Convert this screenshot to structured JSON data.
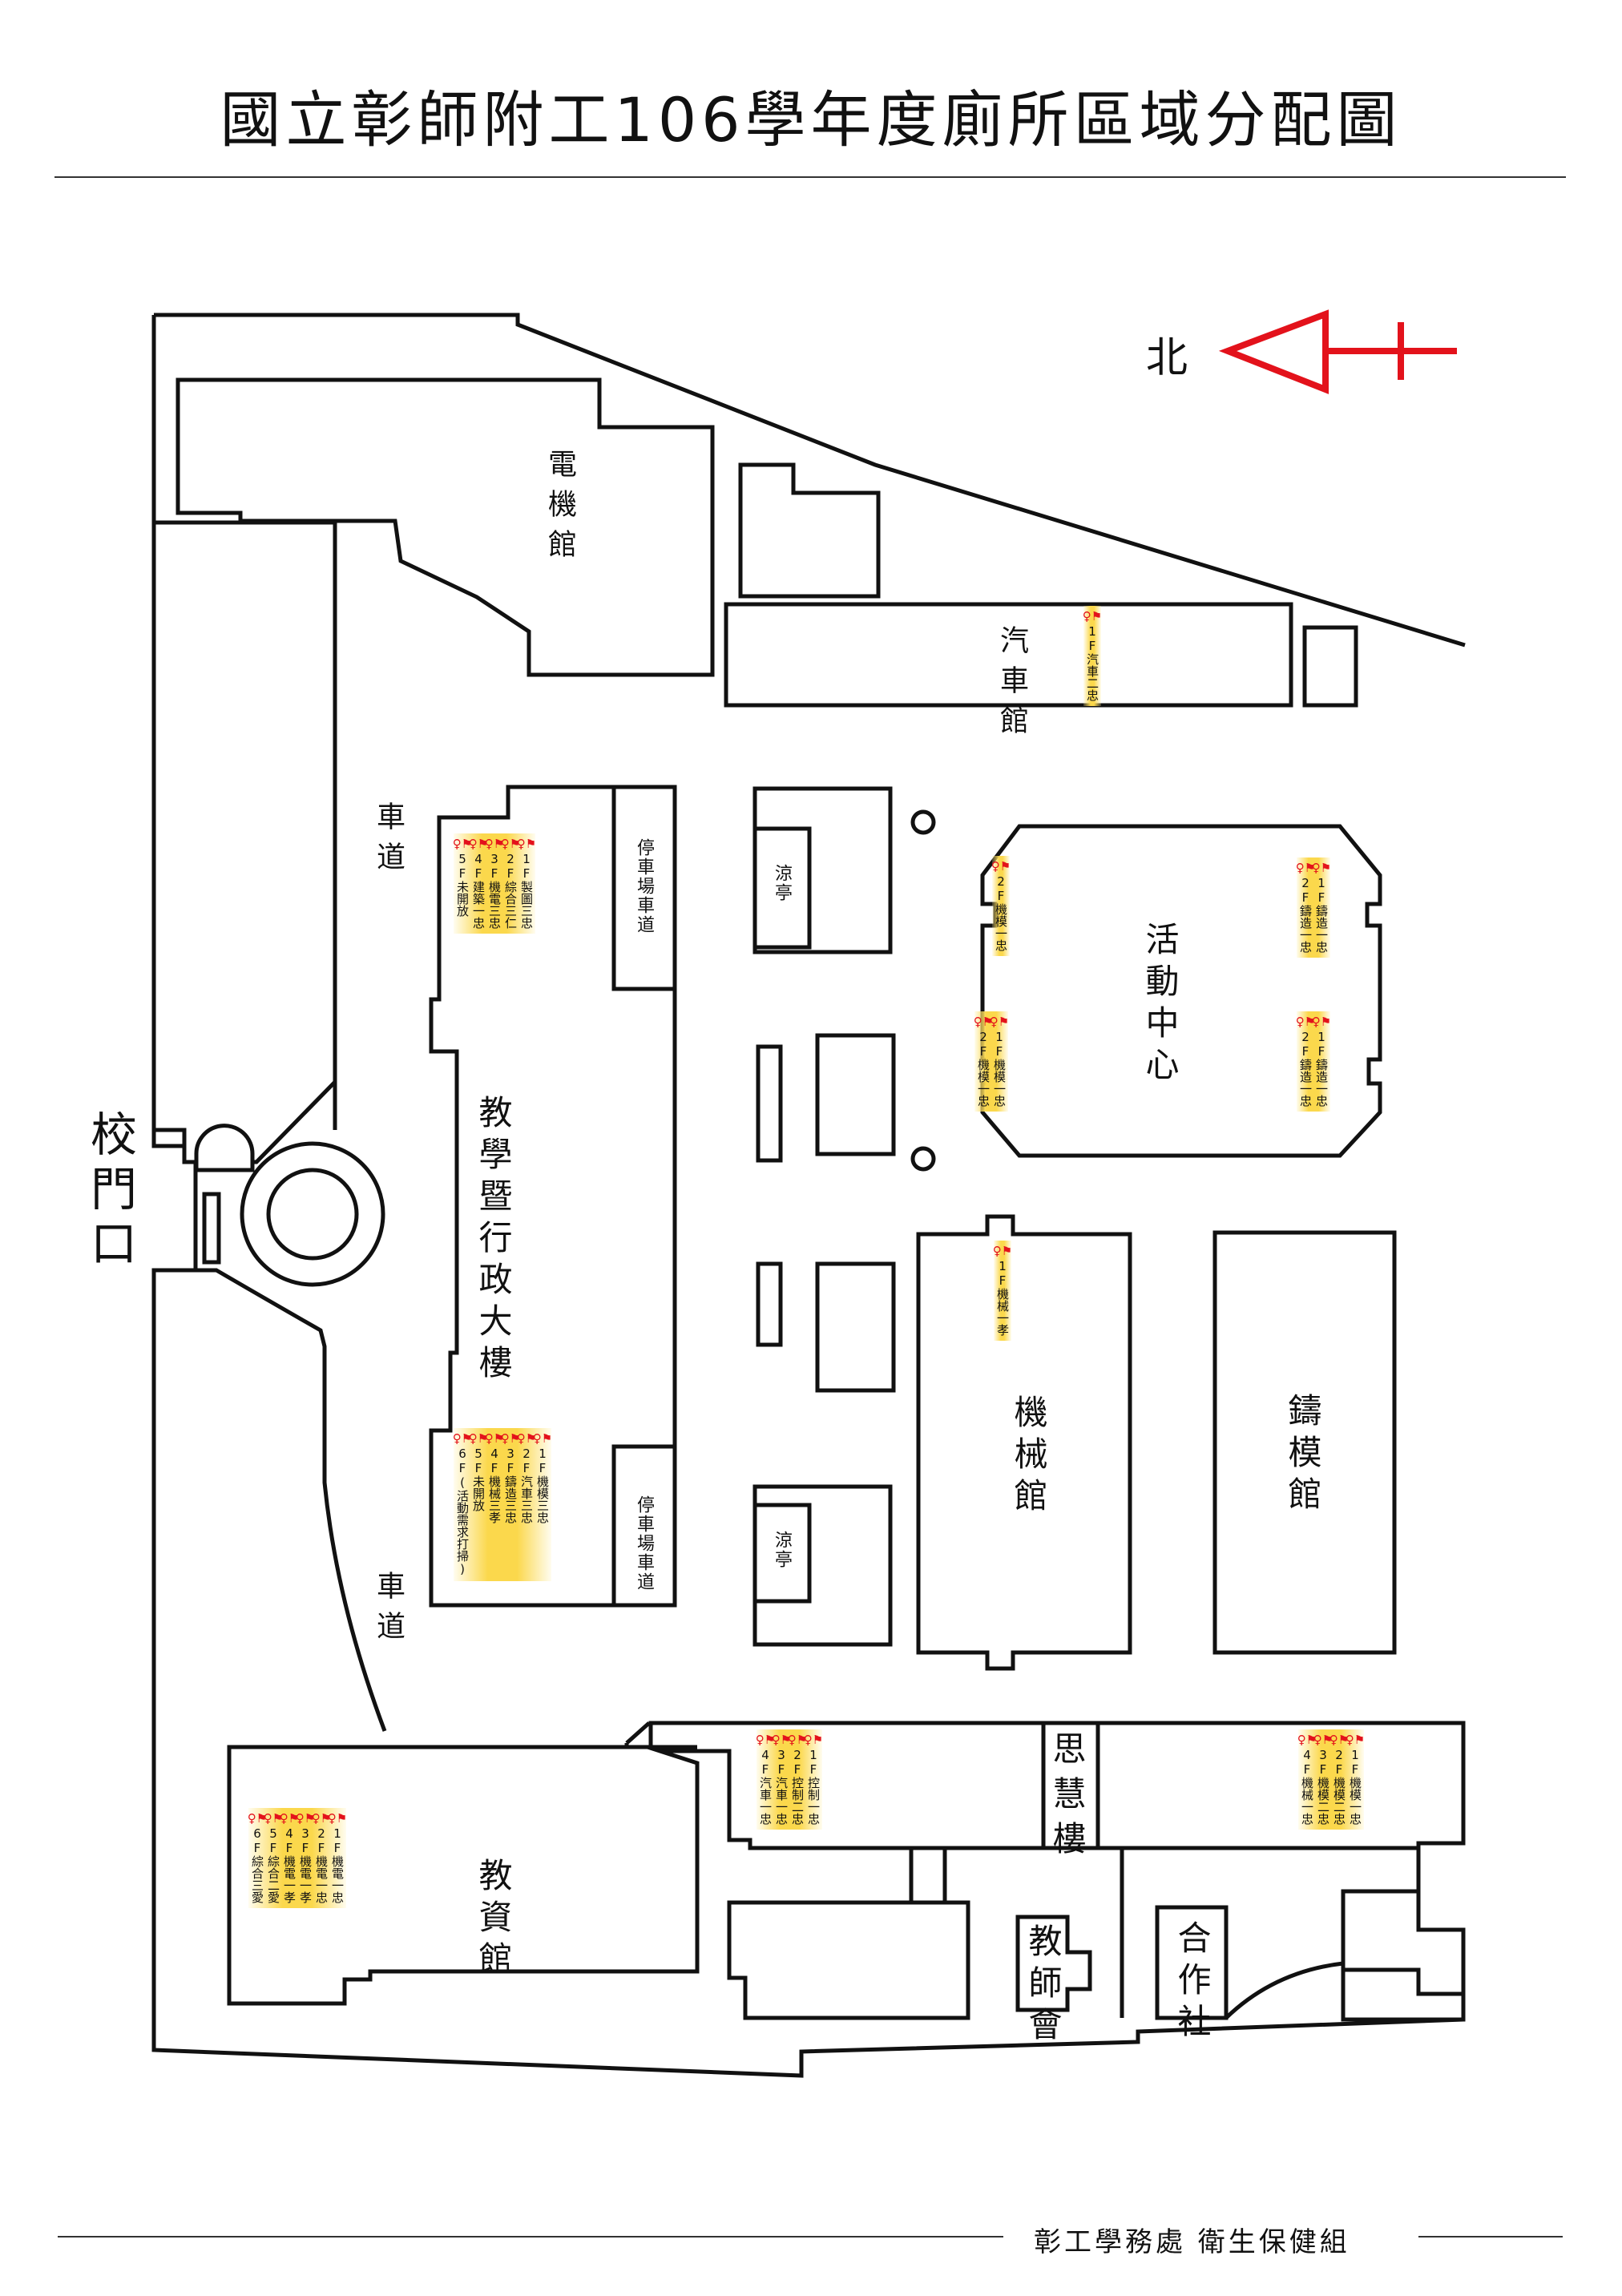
{
  "title": "國立彰師附工106學年度廁所區域分配圖",
  "north_label": "北",
  "footer": "彰工學務處 衛生保健組",
  "colors": {
    "accent_red": "#e3121b",
    "highlight_yellow": "#fbd84c"
  },
  "icons": {
    "toilet": "female-symbol-and-flag-icon",
    "north_arrow": "red-triangle-arrow-icon"
  },
  "labels": {
    "gate": "校門口",
    "road_top": "車道",
    "road_bottom": "車道",
    "electrical": "電機館",
    "automotive": "汽車館",
    "teaching_admin": "教學暨行政大樓",
    "parking_top": "停車場車道",
    "parking_bottom": "停車場車道",
    "pavilion_top": "涼亭",
    "pavilion_bottom": "涼亭",
    "activity": "活動中心",
    "mechanical": "機械館",
    "casting": "鑄模館",
    "sihui": "思慧樓",
    "jiaozi": "教資館",
    "teacher": "教師會",
    "coop": "合作社"
  },
  "assignments": {
    "auto": [
      "1F汽車二忠"
    ],
    "teach_top": [
      "1F製圖三忠",
      "2F綜合三仁",
      "3F機電三忠",
      "4F建築一忠",
      "5F未開放"
    ],
    "teach_bottom": [
      "1F機模三忠",
      "2F汽車三忠",
      "3F鑄造三忠",
      "4F機械三孝",
      "5F未開放",
      "6F(活動需求打掃)"
    ],
    "act_tl": [
      "2F機模一忠"
    ],
    "act_bl": [
      "1F機模一忠",
      "2F機模一忠"
    ],
    "act_tr": [
      "1F鑄造一忠",
      "2F鑄造一忠"
    ],
    "act_br": [
      "1F鑄造一忠",
      "2F鑄造一忠"
    ],
    "mech": [
      "1F機械一孝"
    ],
    "sihui_left": [
      "1F控制一忠",
      "2F控制二忠",
      "3F汽車一忠",
      "4F汽車一忠"
    ],
    "sihui_right": [
      "1F機模一忠",
      "2F機模二忠",
      "3F機模二忠",
      "4F機械一忠"
    ],
    "jiaozi": [
      "1F機電一忠",
      "2F機電一忠",
      "3F機電一孝",
      "4F機電一孝",
      "5F綜合二愛",
      "6F綜合三愛"
    ]
  }
}
